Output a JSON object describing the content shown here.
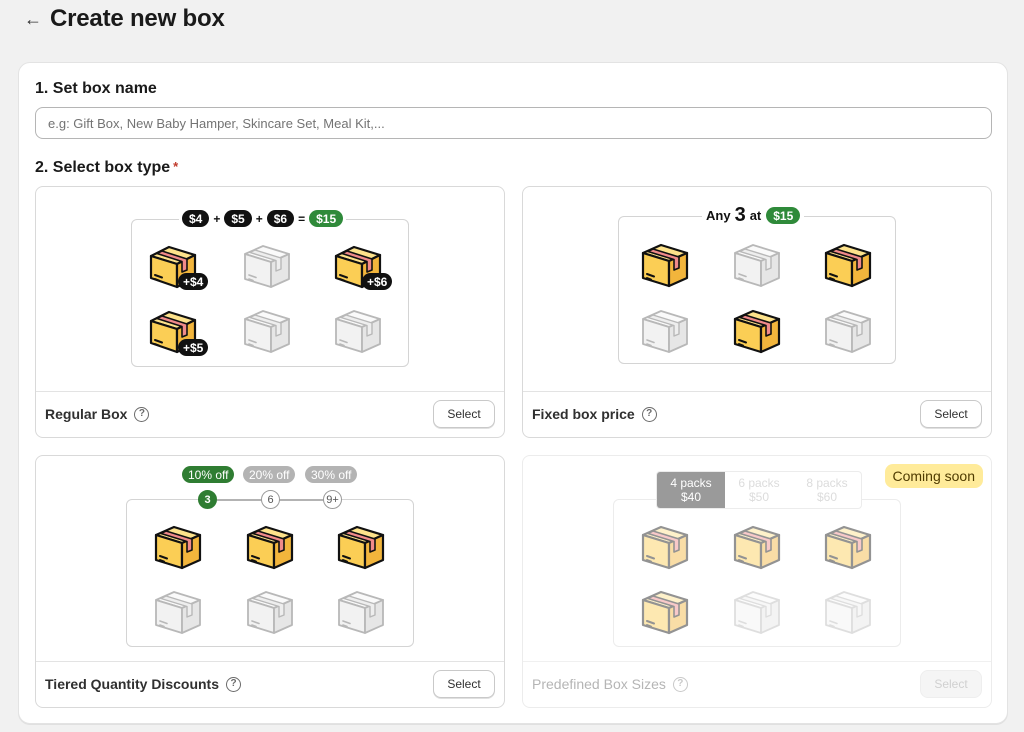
{
  "header": {
    "title": "Create new box",
    "back_icon": "arrow-left-icon"
  },
  "step1": {
    "label": "1. Set box name",
    "input_placeholder": "e.g: Gift Box, New Baby Hamper, Skincare Set, Meal Kit,...",
    "input_value": ""
  },
  "step2": {
    "label": "2. Select box type",
    "required_mark": "*"
  },
  "cards": [
    {
      "name": "Regular Box",
      "button": "Select",
      "disabled": false,
      "formula": {
        "a": "$4",
        "b": "$5",
        "c": "$6",
        "total": "$15",
        "plus": "+",
        "equals": "="
      },
      "tags": [
        "+$4",
        "+$6",
        "+$5"
      ]
    },
    {
      "name": "Fixed box price",
      "button": "Select",
      "disabled": false,
      "header": {
        "prefix": "Any",
        "count": "3",
        "at": "at",
        "price": "$15"
      }
    },
    {
      "name": "Tiered Quantity Discounts",
      "button": "Select",
      "disabled": false,
      "tiers": [
        {
          "discount": "10% off",
          "qty": "3",
          "active": true
        },
        {
          "discount": "20% off",
          "qty": "6",
          "active": false
        },
        {
          "discount": "30% off",
          "qty": "9+",
          "active": false
        }
      ]
    },
    {
      "name": "Predefined Box Sizes",
      "button": "Select",
      "disabled": true,
      "badge": "Coming soon",
      "packs": [
        {
          "label": "4 packs",
          "price": "$40",
          "active": true
        },
        {
          "label": "6 packs",
          "price": "$50",
          "active": false
        },
        {
          "label": "8 packs",
          "price": "$60",
          "active": false
        }
      ]
    }
  ],
  "colors": {
    "box_filled": "#fdd76a",
    "box_tape": "#f08a8a",
    "box_empty": "#f2f2f2",
    "accent_green": "#2f8a3a",
    "badge_yellow": "#ffeb9a"
  }
}
